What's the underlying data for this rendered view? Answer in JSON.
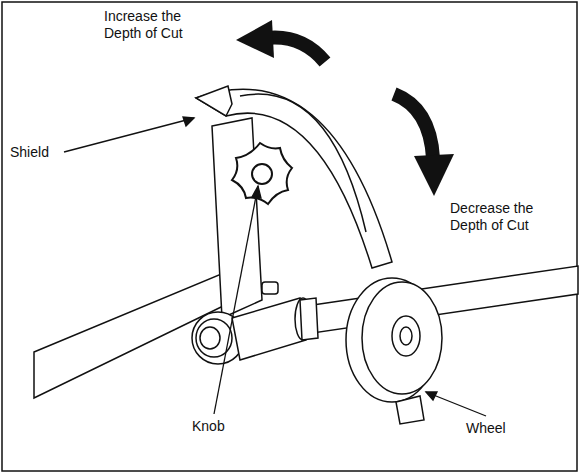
{
  "diagram": {
    "labels": [
      "Increase the Depth of Cut",
      "Shield",
      "Decrease the Depth of Cut",
      "Knob",
      "Wheel"
    ]
  }
}
